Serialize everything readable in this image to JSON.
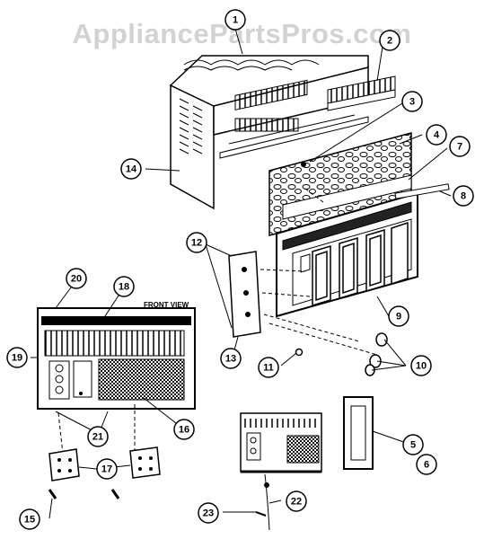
{
  "watermark": "AppliancePartsPros.com",
  "front_view_label": "FRONT VIEW",
  "callouts": [
    "1",
    "2",
    "3",
    "4",
    "7",
    "8",
    "14",
    "12",
    "9",
    "13",
    "11",
    "10",
    "20",
    "18",
    "19",
    "21",
    "16",
    "17",
    "15",
    "5",
    "6",
    "22",
    "23"
  ]
}
